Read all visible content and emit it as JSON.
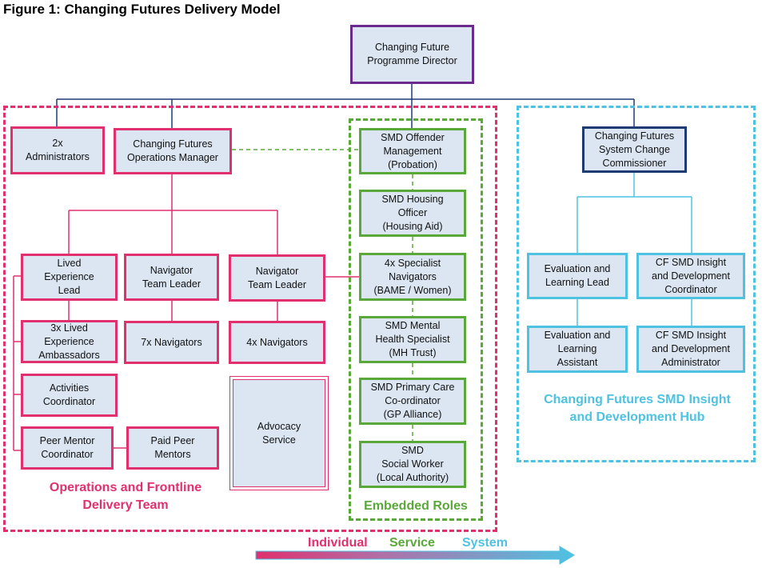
{
  "title": "Figure 1: Changing Futures Delivery Model",
  "colors": {
    "pink": "#e0306e",
    "green": "#5ba83a",
    "cyan": "#4fc2e2",
    "navy": "#1f3b73",
    "purple": "#6a2b8c",
    "box_fill": "#dce6f2"
  },
  "boxes": {
    "director": "Changing Future\nProgramme Director",
    "administrators": "2x\nAdministrators",
    "ops_manager": "Changing Futures\nOperations Manager",
    "lived_exp_lead": "Lived\nExperience\nLead",
    "nav_tl_1": "Navigator\nTeam Leader",
    "nav_tl_2": "Navigator\nTeam Leader",
    "ambassadors": "3x Lived\nExperience\nAmbassadors",
    "navigators_7": "7x Navigators",
    "navigators_4": "4x Navigators",
    "activities": "Activities\nCoordinator",
    "peer_mentor_coord": "Peer Mentor\nCoordinator",
    "paid_peer": "Paid Peer\nMentors",
    "advocacy": "Advocacy\nService",
    "offender": "SMD Offender\nManagement\n(Probation)",
    "housing": "SMD Housing\nOfficer\n(Housing Aid)",
    "specialist": "4x Specialist\nNavigators\n(BAME / Women)",
    "mental_health": "SMD Mental\nHealth Specialist\n(MH Trust)",
    "primary_care": "SMD Primary Care\nCo-ordinator\n(GP Alliance)",
    "social_worker": "SMD\nSocial Worker\n(Local Authority)",
    "commissioner": "Changing Futures\nSystem Change\nCommissioner",
    "eval_lead": "Evaluation and\nLearning Lead",
    "insight_coord": "CF SMD Insight\nand Development\nCoordinator",
    "eval_assistant": "Evaluation and\nLearning\nAssistant",
    "insight_admin": "CF SMD Insight\nand Development\nAdministrator"
  },
  "groups": {
    "operations": "Operations and Frontline\nDelivery Team",
    "embedded": "Embedded Roles",
    "hub": "Changing Futures SMD Insight\nand Development Hub"
  },
  "arrow": {
    "individual": "Individual",
    "service": "Service",
    "system": "System"
  }
}
